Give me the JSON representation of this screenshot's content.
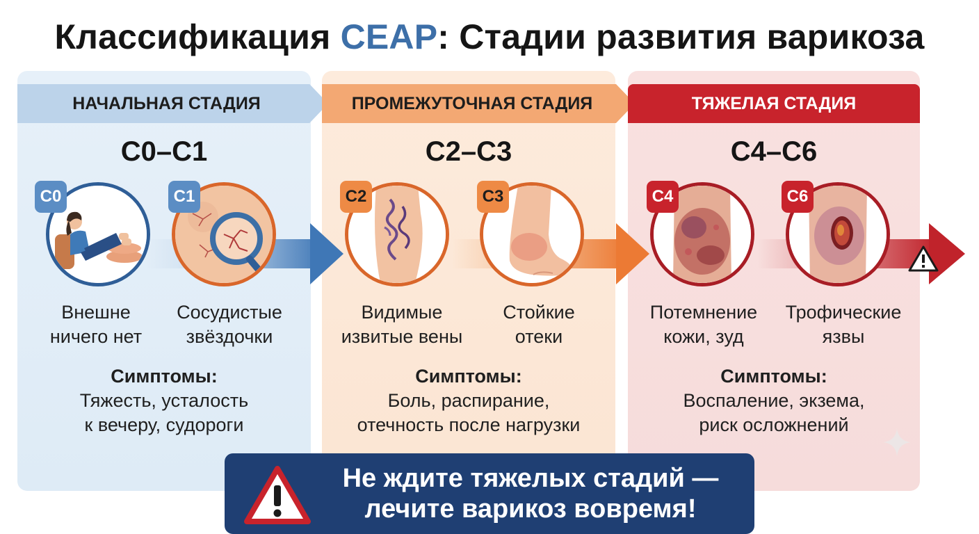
{
  "title": {
    "prefix": "Классификация ",
    "accent": "CEAP",
    "suffix": ": Стадии развития варикоза",
    "accent_color": "#3d6fa8"
  },
  "stages": [
    {
      "banner": "НАЧАЛЬНАЯ СТАДИЯ",
      "range": "C0–C1",
      "color": "#3f77b6",
      "items": [
        {
          "badge": "C0",
          "icon": "person-resting-legs-up-icon",
          "caption": [
            "Внешне",
            "ничего нет"
          ]
        },
        {
          "badge": "C1",
          "icon": "magnifier-spider-veins-icon",
          "caption": [
            "Сосудистые",
            "звёздочки"
          ]
        }
      ],
      "symptoms_label": "Симптомы:",
      "symptoms": [
        "Тяжесть, усталость",
        "к вечеру, судороги"
      ]
    },
    {
      "banner": "ПРОМЕЖУТОЧНАЯ СТАДИЯ",
      "range": "C2–C3",
      "color": "#ec7a34",
      "items": [
        {
          "badge": "C2",
          "icon": "varicose-veins-leg-icon",
          "caption": [
            "Видимые",
            "извитые вены"
          ]
        },
        {
          "badge": "C3",
          "icon": "swollen-ankle-icon",
          "caption": [
            "Стойкие",
            "отеки"
          ]
        }
      ],
      "symptoms_label": "Симптомы:",
      "symptoms": [
        "Боль, распирание,",
        "отечность после нагрузки"
      ]
    },
    {
      "banner": "ТЯЖЕЛАЯ СТАДИЯ",
      "range": "C4–C6",
      "color": "#c0232b",
      "items": [
        {
          "badge": "C4",
          "icon": "darkened-skin-icon",
          "caption": [
            "Потемнение",
            "кожи, зуд"
          ]
        },
        {
          "badge": "C6",
          "icon": "trophic-ulcer-icon",
          "caption": [
            "Трофические",
            "язвы"
          ]
        }
      ],
      "symptoms_label": "Симптомы:",
      "symptoms": [
        "Воспаление, экзема,",
        "риск осложнений"
      ]
    }
  ],
  "warning": {
    "icon": "warning-triangle-icon",
    "lines": [
      "Не ждите тяжелых стадий —",
      "лечите варикоз вовремя!"
    ]
  }
}
